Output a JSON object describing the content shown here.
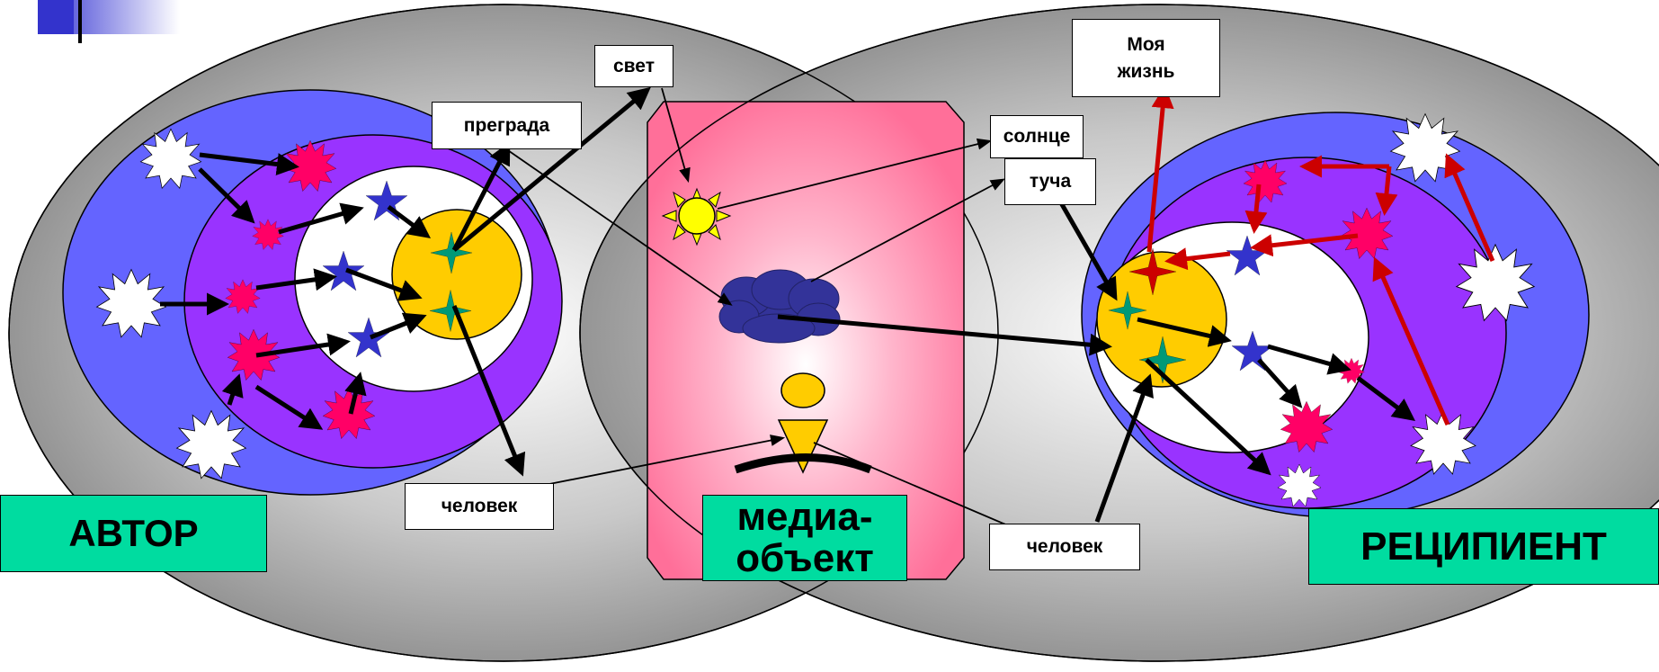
{
  "labels": {
    "svet": "свет",
    "pregrada": "преграда",
    "solntse": "солнце",
    "tucha": "туча",
    "moya_zhizn_line1": "Моя",
    "moya_zhizn_line2": "жизнь",
    "chelovek_left": "человек",
    "chelovek_right": "человек",
    "avtor": "АВТОР",
    "media_line1": "медиа-",
    "media_line2": "объект",
    "retsipient": "РЕЦИПИЕНТ"
  },
  "colors": {
    "outer_ellipse": "#a0a0a0",
    "blue_region": "#6464ff",
    "purple_region": "#9933ff",
    "core": "#ffcc00",
    "media_panel": "#ff80a8",
    "label_green": "#00dca0",
    "red_burst": "#ff0066",
    "blue_star": "#3333cc",
    "green_star": "#009977",
    "red_arrow": "#cc0000"
  }
}
